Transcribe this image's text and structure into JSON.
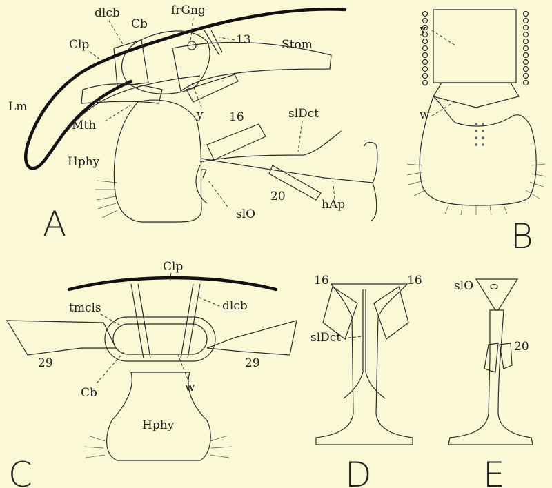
{
  "panels": {
    "A": {
      "letter": "A",
      "labels": {
        "dlcb": "dlcb",
        "frGng": "frGng",
        "n13": "13",
        "Cb": "Cb",
        "Clp": "Clp",
        "Stom": "Stom",
        "Lm": "Lm",
        "Mth": "Mth",
        "y": "y",
        "n16": "16",
        "slDct": "slDct",
        "Hphy": "Hphy",
        "n7": "7",
        "n20": "20",
        "hAp": "hAp",
        "slO": "slO"
      }
    },
    "B": {
      "letter": "B",
      "labels": {
        "y": "y",
        "w": "w"
      }
    },
    "C": {
      "letter": "C",
      "labels": {
        "Clp": "Clp",
        "tmcls": "tmcls",
        "dlcb": "dlcb",
        "n29a": "29",
        "n29b": "29",
        "Cb": "Cb",
        "w": "w",
        "Hphy": "Hphy"
      }
    },
    "D": {
      "letter": "D",
      "labels": {
        "n16a": "16",
        "n16b": "16",
        "slDct": "slDct"
      }
    },
    "E": {
      "letter": "E",
      "labels": {
        "slO": "slO",
        "n20": "20"
      }
    }
  },
  "colors": {
    "background": "#fbf8d6",
    "ink": "#222222"
  }
}
